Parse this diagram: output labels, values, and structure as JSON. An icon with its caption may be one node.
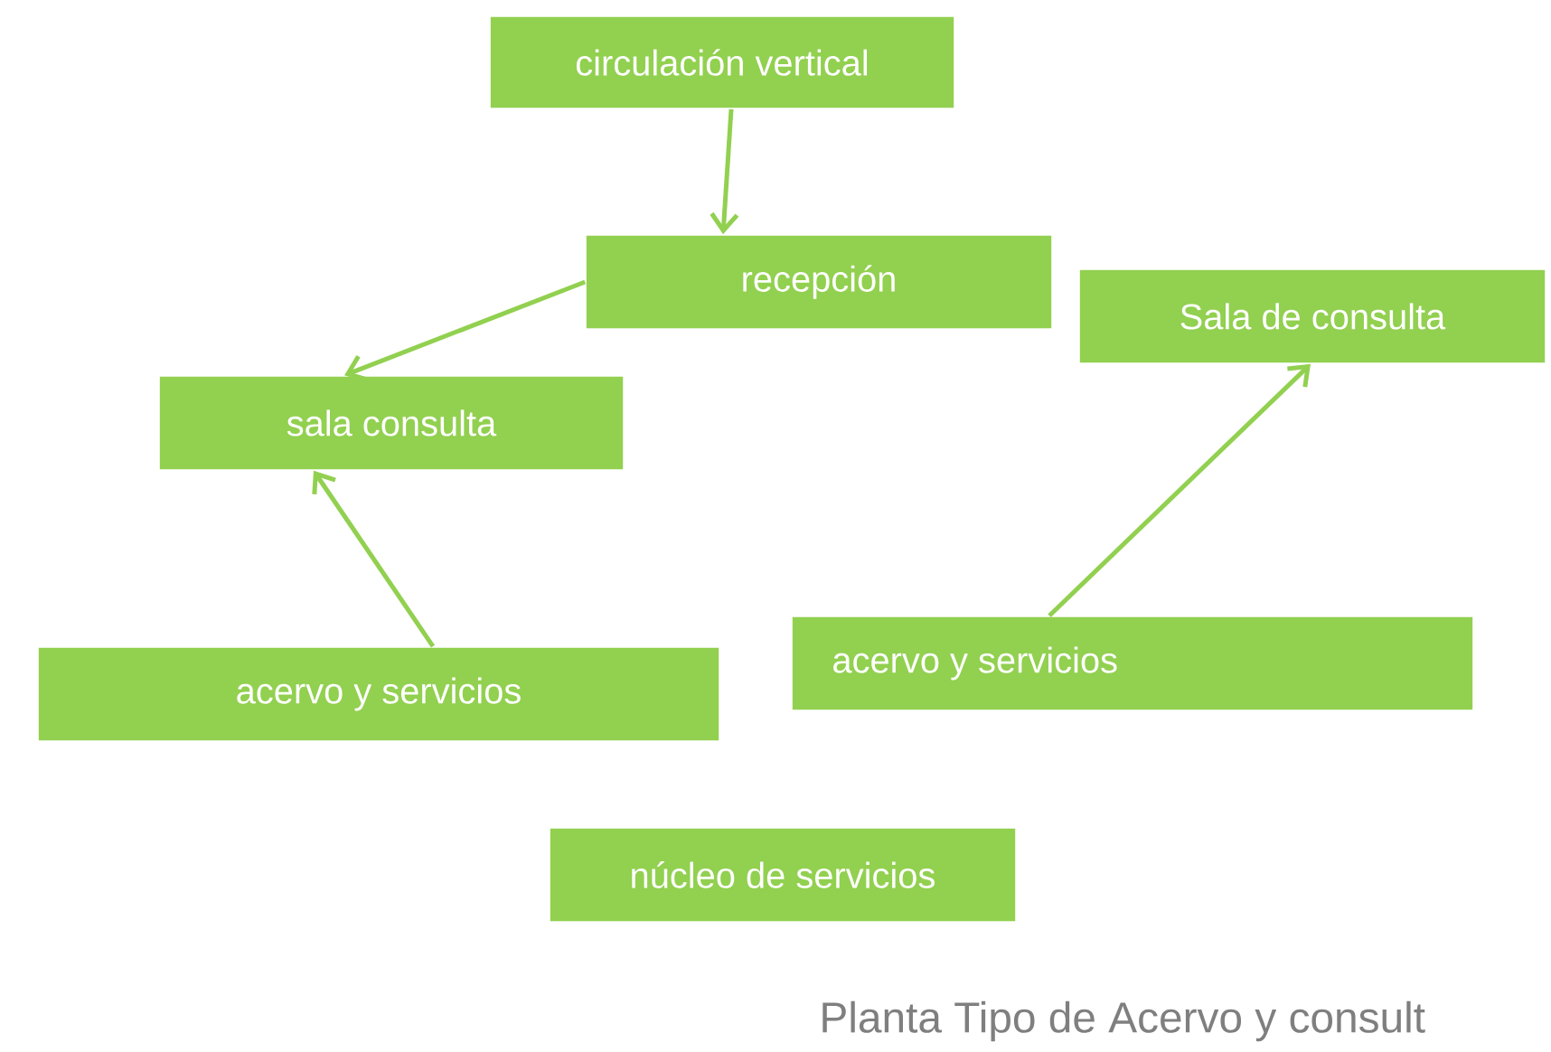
{
  "diagram": {
    "caption": "Planta Tipo de Acervo y consult",
    "nodes": [
      {
        "text": [
          "circulación vertical"
        ]
      },
      {
        "text": [
          "recepción"
        ]
      },
      {
        "text": [
          "Sala de consulta"
        ]
      },
      {
        "text": [
          "sala consulta"
        ]
      },
      {
        "text": [
          "acervo y servicios"
        ]
      },
      {
        "text": [
          "acervo y servicios"
        ]
      },
      {
        "text": [
          "núcleo de servicios"
        ]
      }
    ],
    "edges": [
      {
        "from": 0,
        "to": 1,
        "arrow": "to"
      },
      {
        "from": 1,
        "to": 3,
        "arrow": "to"
      },
      {
        "from": 4,
        "to": 3,
        "arrow": "to"
      },
      {
        "from": 5,
        "to": 2,
        "arrow": "to"
      }
    ]
  }
}
